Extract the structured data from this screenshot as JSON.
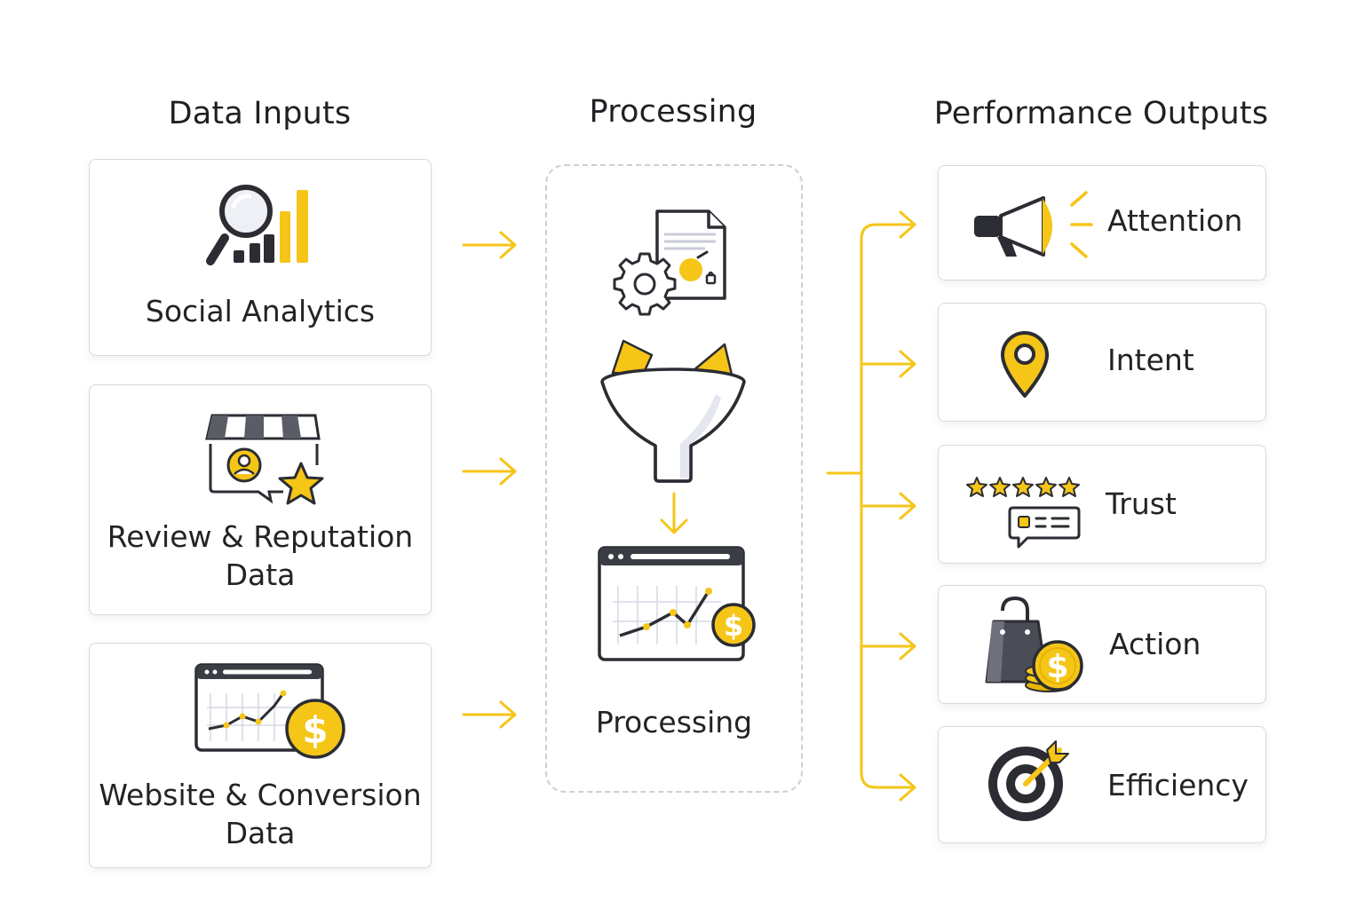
{
  "columns": {
    "inputs_title": "Data Inputs",
    "processing_title": "Processing",
    "outputs_title": "Performance Outputs"
  },
  "inputs": [
    {
      "label": "Social Analytics",
      "icon": "magnifier-bar-chart-icon"
    },
    {
      "label_line1": "Review & Reputation",
      "label_line2": "Data",
      "icon": "storefront-review-star-icon"
    },
    {
      "label_line1": "Website & Conversion",
      "label_line2": "Data",
      "icon": "browser-chart-dollar-icon"
    }
  ],
  "processing": {
    "label": "Processing",
    "icons": [
      "document-gear-icon",
      "funnel-icon",
      "dashboard-chart-dollar-icon"
    ]
  },
  "outputs": [
    {
      "label": "Attention",
      "icon": "megaphone-icon"
    },
    {
      "label": "Intent",
      "icon": "location-pin-icon"
    },
    {
      "label": "Trust",
      "icon": "star-rating-review-icon"
    },
    {
      "label": "Action",
      "icon": "shopping-bag-coins-icon"
    },
    {
      "label": "Efficiency",
      "icon": "target-arrow-icon"
    }
  ],
  "colors": {
    "accent": "#F5C518",
    "dark": "#2B2D33",
    "border": "#D9D9DC",
    "text": "#222326"
  }
}
